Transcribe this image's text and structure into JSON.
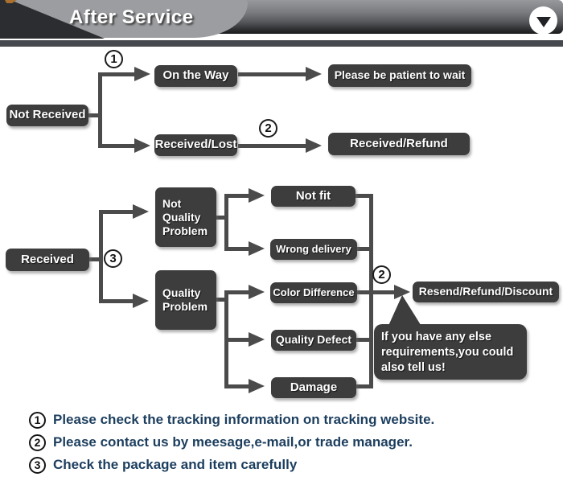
{
  "header": {
    "title": "After Service",
    "collapse_icon": "chevron-down",
    "colors": {
      "bar_top": "#97999c",
      "bar_bottom": "#191b1d",
      "swoosh": "#9b9da0",
      "corner_triangle": "#2b2d30",
      "accent_orange": "#a9702e",
      "strip": "#46494e"
    }
  },
  "flowchart": {
    "box_color": "#3d3d3d",
    "line_color": "#4b4b4b",
    "nodes": {
      "not_received": "Not Received",
      "on_the_way": "On the Way",
      "be_patient": "Please be patient to wait",
      "received_lost": "Received/Lost",
      "received_refund": "Received/Refund",
      "received": "Received",
      "not_quality_problem": "Not Quality Problem",
      "quality_problem": "Quality Problem",
      "not_fit": "Not fit",
      "wrong_delivery": "Wrong delivery",
      "color_difference": "Color Difference",
      "quality_defect": "Quality Defect",
      "damage": "Damage",
      "resend_refund_discount": "Resend/Refund/Discount",
      "bubble": "If you have any else requirements,you could also tell us!"
    },
    "badges": {
      "s1": "1",
      "s2a": "2",
      "s3": "3",
      "s2b": "2"
    }
  },
  "notes": {
    "text_color": "#1c3e5e",
    "items": [
      {
        "num": "1",
        "text": "Please check the tracking information on tracking website."
      },
      {
        "num": "2",
        "text": "Please contact us by meesage,e-mail,or trade manager."
      },
      {
        "num": "3",
        "text": "Check the package and item carefully"
      }
    ]
  }
}
